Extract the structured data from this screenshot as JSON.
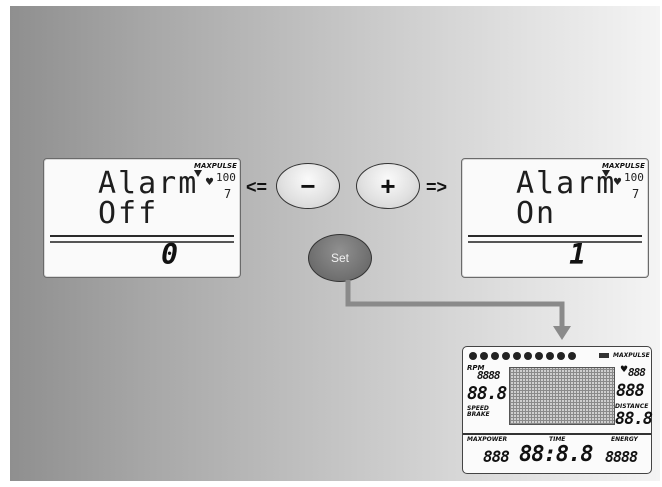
{
  "left_display": {
    "line1": "Alarm",
    "line2": "Off",
    "value": "0",
    "maxpuls_label": "MAXPULSE",
    "pulse_value": "100",
    "pulse_sub": "7"
  },
  "right_display": {
    "line1": "Alarm",
    "line2": "On",
    "value": "1",
    "maxpuls_label": "MAXPULSE",
    "pulse_value": "100",
    "pulse_sub": "7"
  },
  "controls": {
    "left_arrow": "<=",
    "right_arrow": "=>",
    "minus_label": "−",
    "plus_label": "+",
    "set_label": "Set"
  },
  "cockpit": {
    "rpm_label": "RPM",
    "speed_label": "SPEED",
    "brake_label": "BRAKE",
    "maxpulse_label": "MAXPULSE",
    "distance_label": "DISTANCE",
    "maxpower_label": "MAXPOWER",
    "time_label": "TIME",
    "energy_label": "ENERGY",
    "seg_rpm": "8888",
    "seg_speed": "88.8",
    "seg_pulse": "888",
    "seg_pulse2": "888",
    "seg_distance": "88.8",
    "seg_power": "888",
    "seg_time": "88:8.8",
    "seg_energy": "8888"
  }
}
